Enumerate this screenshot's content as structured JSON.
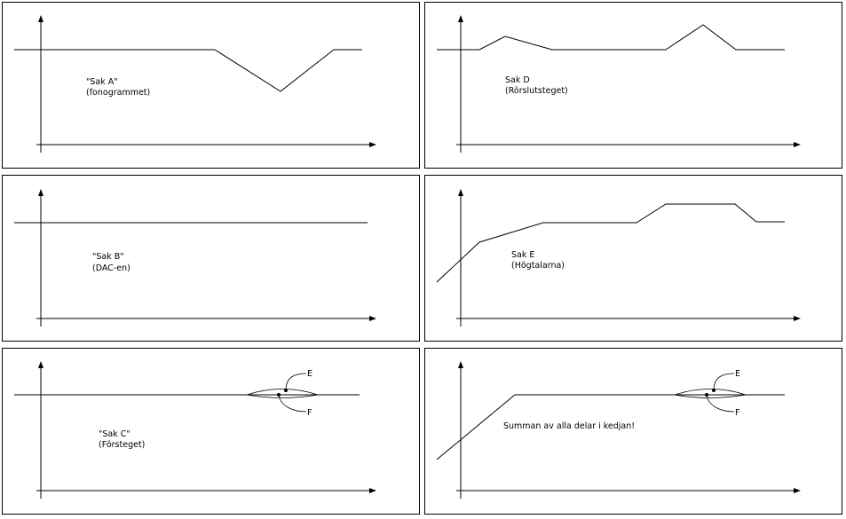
{
  "panels": {
    "a": {
      "title": "\"Sak A\"",
      "subtitle": "(fonogrammet)"
    },
    "d": {
      "title": "Sak D",
      "subtitle": "(Rörslutsteget)"
    },
    "b": {
      "title": "\"Sak B\"",
      "subtitle": "(DAC-en)"
    },
    "e": {
      "title": "Sak E",
      "subtitle": "(Högtalarna)"
    },
    "c": {
      "title": "\"Sak C\"",
      "subtitle": "(Försteget)",
      "marker_upper": "E",
      "marker_lower": "F"
    },
    "sum": {
      "title": "Summan av alla delar i kedjan!",
      "marker_upper": "E",
      "marker_lower": "F"
    }
  }
}
